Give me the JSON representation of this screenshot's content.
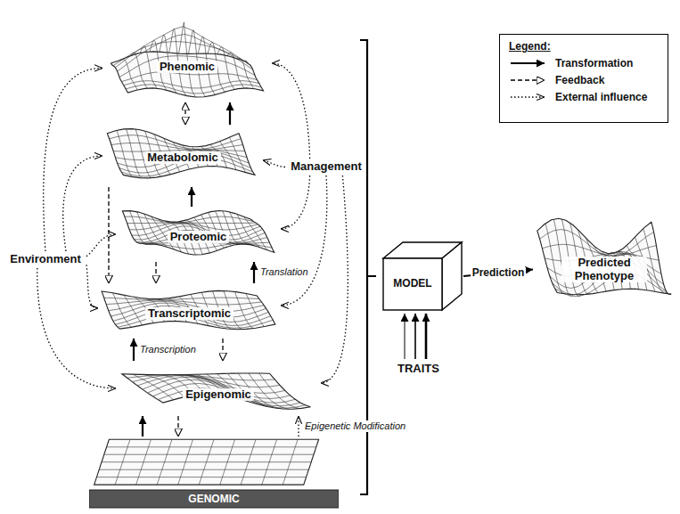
{
  "diagram": {
    "nodes": [
      {
        "text": [
          "Phenomic"
        ]
      },
      {
        "text": [
          "Metabolomic"
        ]
      },
      {
        "text": [
          "Proteomic"
        ]
      },
      {
        "text": [
          "Transcriptomic"
        ]
      },
      {
        "text": [
          "Epigenomic"
        ]
      },
      {
        "text": [
          "GENOMIC"
        ]
      },
      {
        "text": [
          "Environment"
        ]
      },
      {
        "text": [
          "Management"
        ]
      },
      {
        "text": [
          "MODEL"
        ]
      },
      {
        "text": [
          "TRAITS"
        ]
      },
      {
        "text": [
          "Predicted Phenotype"
        ]
      }
    ],
    "edges": [
      {
        "from": 1,
        "to": 0,
        "arrow": "to"
      },
      {
        "from": 2,
        "to": 1,
        "arrow": "to"
      },
      {
        "from": 3,
        "to": 2,
        "arrow": "to",
        "label": "Translation"
      },
      {
        "from": 4,
        "to": 3,
        "arrow": "to",
        "label": "Transcription"
      },
      {
        "from": 5,
        "to": 4,
        "arrow": "to"
      },
      {
        "from": 5,
        "to": 4,
        "arrow": "to",
        "label": "Epigenetic Modification"
      },
      {
        "from": 0,
        "to": 1,
        "arrow": "both"
      },
      {
        "from": 1,
        "to": 3,
        "arrow": "to"
      },
      {
        "from": 2,
        "to": 3,
        "arrow": "to"
      },
      {
        "from": 3,
        "to": 4,
        "arrow": "to"
      },
      {
        "from": 4,
        "to": 5,
        "arrow": "to"
      },
      {
        "from": 6,
        "to": 0,
        "arrow": "to"
      },
      {
        "from": 6,
        "to": 1,
        "arrow": "to"
      },
      {
        "from": 6,
        "to": 2,
        "arrow": "to"
      },
      {
        "from": 6,
        "to": 3,
        "arrow": "to"
      },
      {
        "from": 6,
        "to": 4,
        "arrow": "to"
      },
      {
        "from": 7,
        "to": 0,
        "arrow": "to"
      },
      {
        "from": 7,
        "to": 1,
        "arrow": "to"
      },
      {
        "from": 7,
        "to": 2,
        "arrow": "to"
      },
      {
        "from": 7,
        "to": 3,
        "arrow": "to"
      },
      {
        "from": 7,
        "to": 4,
        "arrow": "to"
      },
      {
        "from": 9,
        "to": 8,
        "arrow": "to"
      },
      {
        "from": 8,
        "to": 10,
        "arrow": "to",
        "label": "Prediction"
      }
    ],
    "labels": [
      "Legend:"
    ],
    "legend": [
      {
        "text": "Transformation"
      },
      {
        "text": "Feedback"
      },
      {
        "text": "External influence"
      }
    ]
  }
}
